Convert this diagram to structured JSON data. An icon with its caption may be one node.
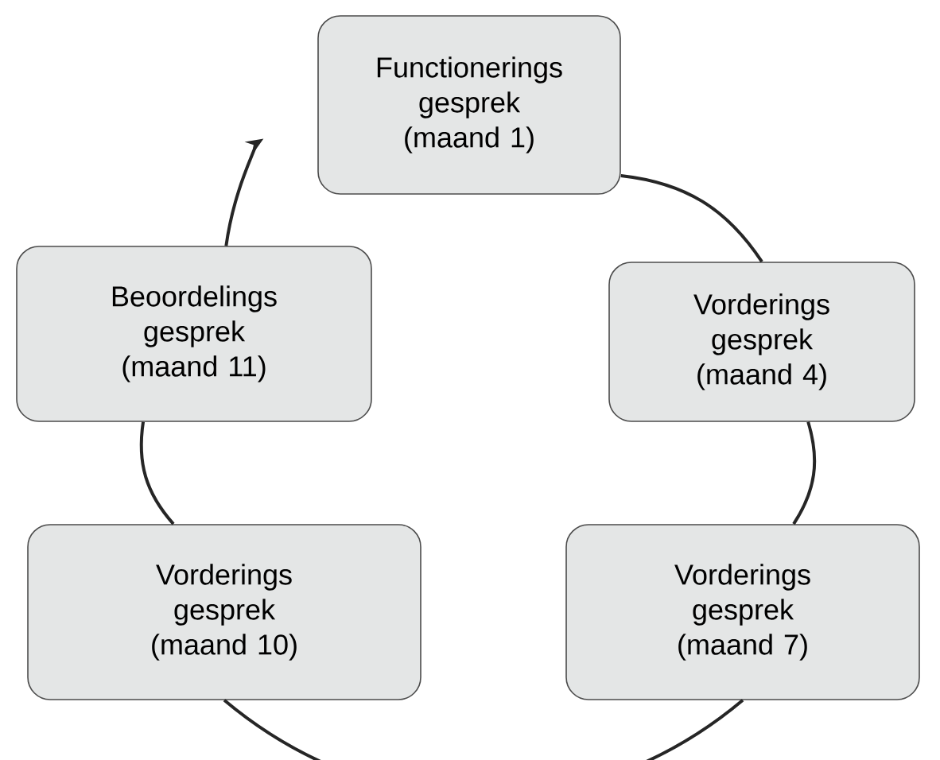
{
  "diagram": {
    "nodes": [
      {
        "text": [
          "Functionerings gesprek (maand 1)"
        ]
      },
      {
        "text": [
          "Vorderings gesprek (maand 4)"
        ]
      },
      {
        "text": [
          "Vorderings gesprek (maand 7)"
        ]
      },
      {
        "text": [
          "Vorderings gesprek (maand 10)"
        ]
      },
      {
        "text": [
          "Beoordelings gesprek (maand 11)"
        ]
      }
    ],
    "edges": [
      {
        "from": 0,
        "to": 1,
        "arrow": "none"
      },
      {
        "from": 1,
        "to": 2,
        "arrow": "none"
      },
      {
        "from": 2,
        "to": 3,
        "arrow": "none"
      },
      {
        "from": 3,
        "to": 4,
        "arrow": "none"
      },
      {
        "from": 4,
        "to": 0,
        "arrow": "to"
      }
    ]
  }
}
